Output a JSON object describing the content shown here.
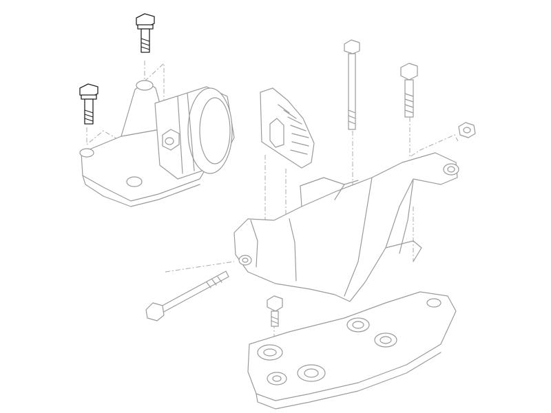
{
  "diagram": {
    "parts": [
      {
        "name": "engine-mount-upper"
      },
      {
        "name": "mount-bracket"
      },
      {
        "name": "lower-support-plate"
      },
      {
        "name": "heat-shield-plate"
      },
      {
        "name": "long-through-bolt"
      },
      {
        "name": "vertical-bolt-tall"
      },
      {
        "name": "vertical-bolt-right"
      },
      {
        "name": "hex-nut"
      },
      {
        "name": "bolt-top-left-a"
      },
      {
        "name": "bolt-top-left-b"
      },
      {
        "name": "bolt-lower"
      }
    ]
  }
}
